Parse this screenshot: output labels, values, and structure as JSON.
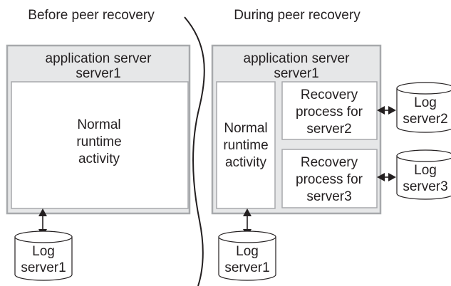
{
  "left_panel": {
    "heading": "Before peer recovery",
    "server_title_line1": "application server",
    "server_title_line2": "server1",
    "activity_lines": [
      "Normal",
      "runtime",
      "activity"
    ],
    "log_lines": [
      "Log",
      "server1"
    ]
  },
  "right_panel": {
    "heading": "During peer recovery",
    "server_title_line1": "application server",
    "server_title_line2": "server1",
    "activity_lines": [
      "Normal",
      "runtime",
      "activity"
    ],
    "recovery_server2_lines": [
      "Recovery",
      "process for",
      "server2"
    ],
    "recovery_server3_lines": [
      "Recovery",
      "process for",
      "server3"
    ],
    "log_server1_lines": [
      "Log",
      "server1"
    ],
    "log_server2_lines": [
      "Log",
      "server2"
    ],
    "log_server3_lines": [
      "Log",
      "server3"
    ]
  }
}
